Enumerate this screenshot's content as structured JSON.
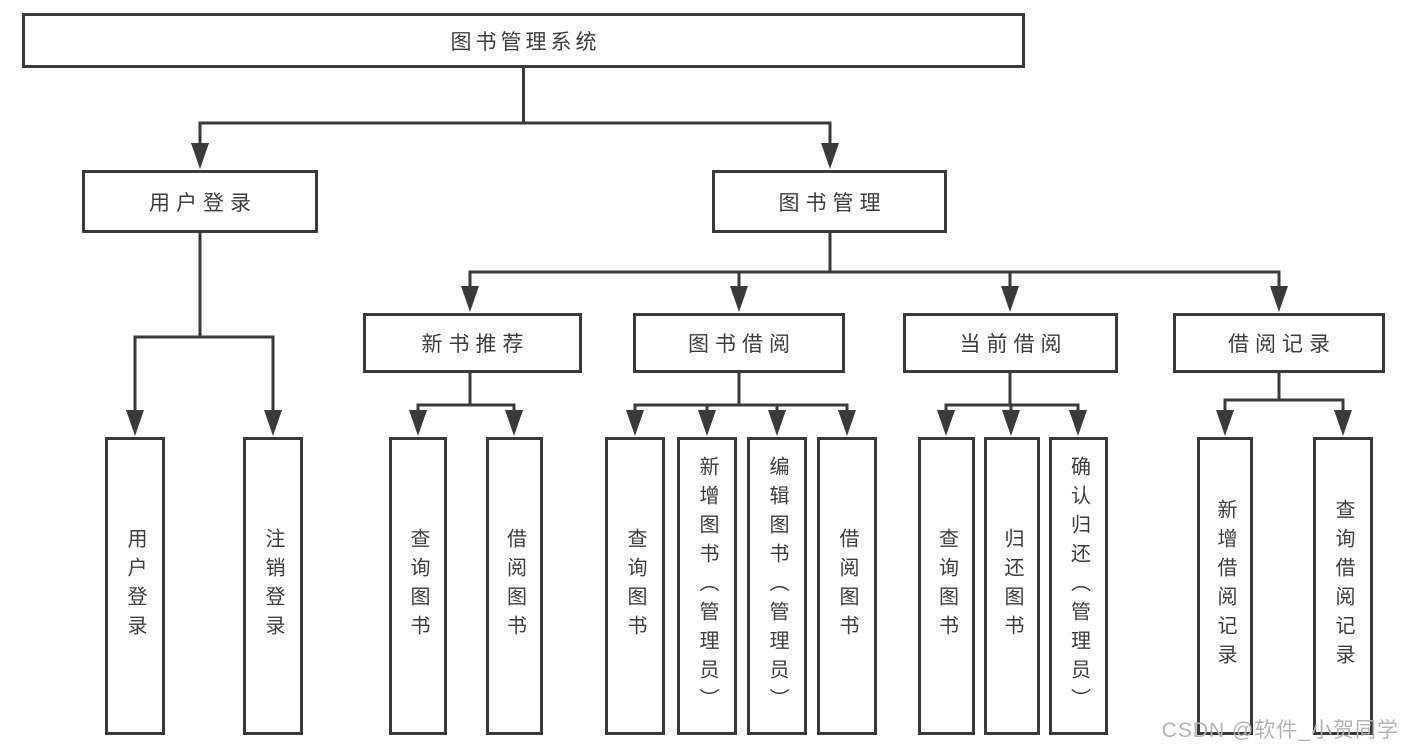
{
  "tree": {
    "root": "图书管理系统",
    "branches": [
      {
        "label": "用户登录",
        "children": [
          "用户登录",
          "注销登录"
        ]
      },
      {
        "label": "图书管理",
        "sections": [
          {
            "label": "新书推荐",
            "children": [
              "查询图书",
              "借阅图书"
            ]
          },
          {
            "label": "图书借阅",
            "children": [
              "查询图书",
              "新增图书（管理员）",
              "编辑图书（管理员）",
              "借阅图书"
            ]
          },
          {
            "label": "当前借阅",
            "children": [
              "查询图书",
              "归还图书",
              "确认归还（管理员）"
            ]
          },
          {
            "label": "借阅记录",
            "children": [
              "新增借阅记录",
              "查询借阅记录"
            ]
          }
        ]
      }
    ]
  },
  "watermark": "CSDN @软件_小贺同学",
  "colors": {
    "line": "#3a3a3a",
    "text": "#3d3d3d",
    "watermark": "#b3b3b3",
    "background": "#ffffff"
  }
}
